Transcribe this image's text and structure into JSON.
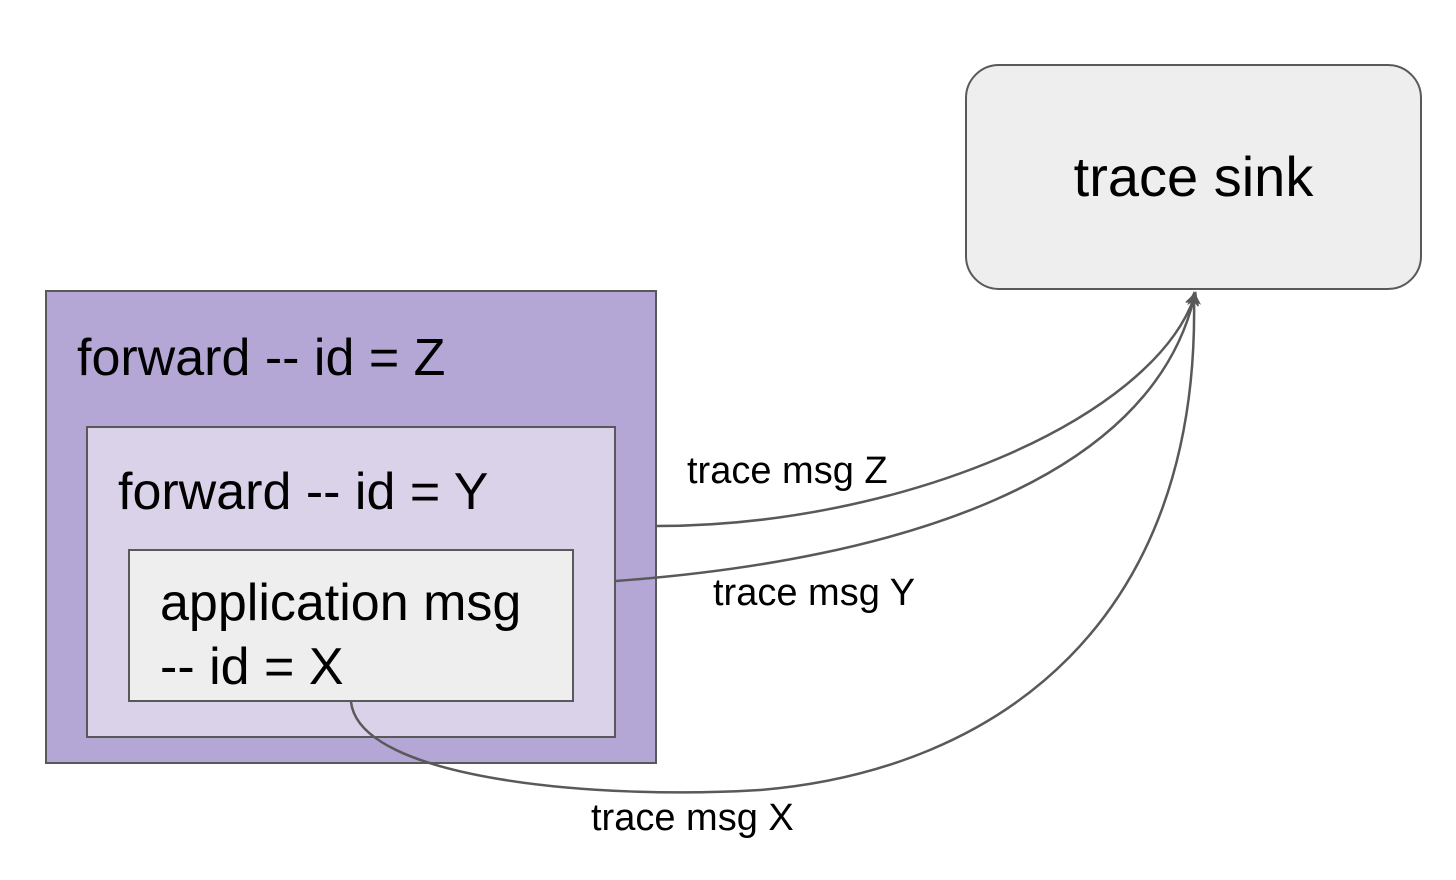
{
  "nodes": {
    "outer": {
      "label": "forward -- id = Z"
    },
    "middle": {
      "label": "forward -- id = Y"
    },
    "inner": {
      "label_line1": "application msg",
      "label_line2": "-- id = X"
    },
    "sink": {
      "label": "trace sink"
    }
  },
  "edges": {
    "z": {
      "label": "trace msg Z"
    },
    "y": {
      "label": "trace msg Y"
    },
    "x": {
      "label": "trace msg X"
    }
  },
  "colors": {
    "outer_fill": "#b4a7d6",
    "middle_fill": "#d9d2e9",
    "inner_fill": "#eeeeee",
    "sink_fill": "#eeeeee",
    "stroke": "#595959"
  }
}
